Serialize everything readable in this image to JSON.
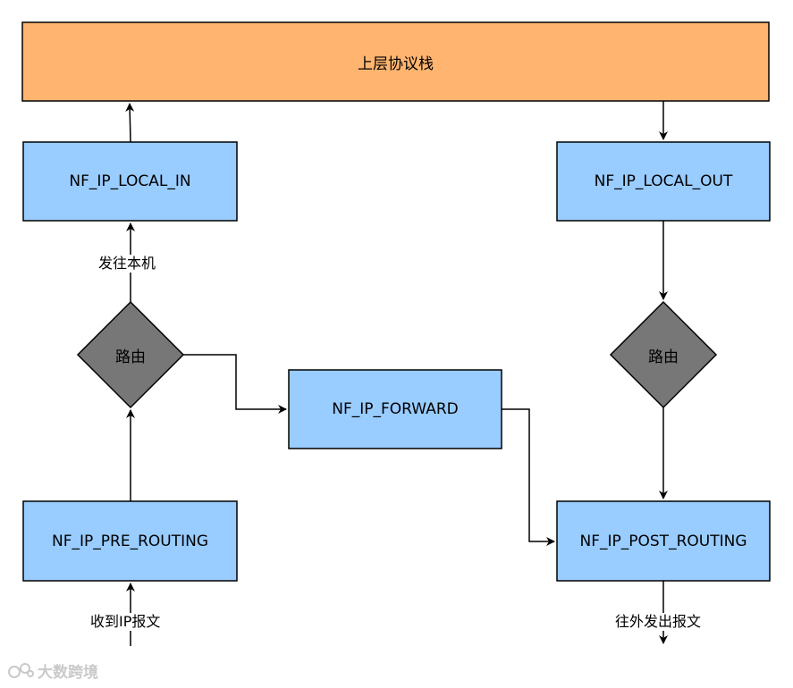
{
  "nodes": {
    "upper_stack": {
      "label": "上层协议栈",
      "color": "#ffb570"
    },
    "local_in": {
      "label": "NF_IP_LOCAL_IN",
      "color": "#99ccff"
    },
    "local_out": {
      "label": "NF_IP_LOCAL_OUT",
      "color": "#99ccff"
    },
    "routing_left": {
      "label": "路由",
      "color": "#777777"
    },
    "routing_right": {
      "label": "路由",
      "color": "#777777"
    },
    "forward": {
      "label": "NF_IP_FORWARD",
      "color": "#99ccff"
    },
    "pre_routing": {
      "label": "NF_IP_PRE_ROUTING",
      "color": "#99ccff"
    },
    "post_routing": {
      "label": "NF_IP_POST_ROUTING",
      "color": "#99ccff"
    }
  },
  "edges": {
    "to_local": {
      "label": "发往本机"
    },
    "receive_ip": {
      "label": "收到IP报文"
    },
    "send_out": {
      "label": "往外发出报文"
    }
  },
  "watermark": {
    "text": "大数跨境"
  }
}
